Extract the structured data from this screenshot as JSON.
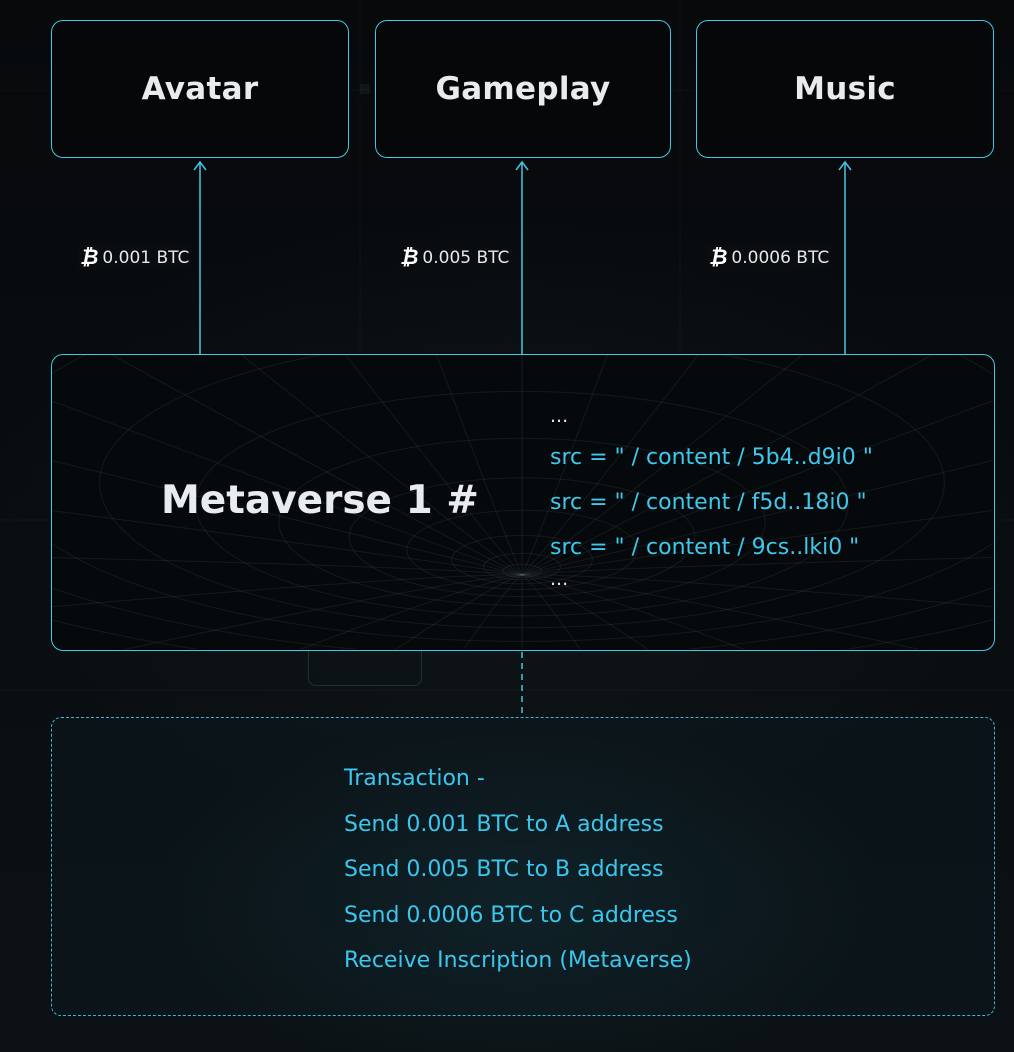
{
  "modules": [
    {
      "label": "Avatar",
      "price": "0.001 BTC"
    },
    {
      "label": "Gameplay",
      "price": "0.005 BTC"
    },
    {
      "label": "Music",
      "price": "0.0006 BTC"
    }
  ],
  "currency_icon": "bitcoin-icon",
  "inscription": {
    "title": "Metaverse 1 #",
    "code_lines": [
      "...",
      "src = \" / content / 5b4..d9i0 \"",
      "src = \" / content / f5d..18i0 \"",
      "src = \" / content / 9cs..lki0 \"",
      "..."
    ]
  },
  "transaction": {
    "lines": [
      "Transaction -",
      "Send 0.001 BTC to A address",
      "Send 0.005 BTC to B address",
      "Send 0.0006 BTC to C address",
      "Receive Inscription (Metaverse)"
    ]
  },
  "colors": {
    "accent": "#47c6e4",
    "code_text": "#40c8ec",
    "background": "#080b0d"
  }
}
